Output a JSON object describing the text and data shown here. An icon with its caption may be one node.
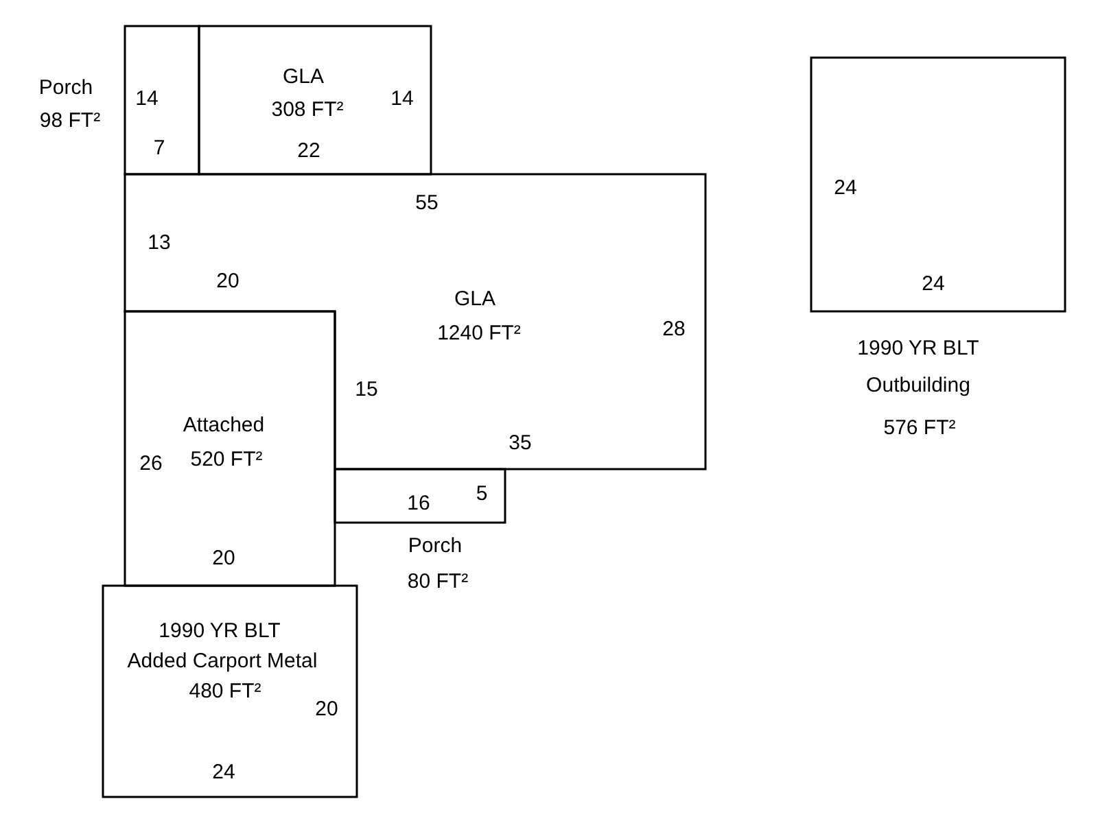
{
  "diagram": {
    "nodes": [
      {
        "text": [
          "Porch",
          "98 FT²",
          "14",
          "7"
        ]
      },
      {
        "text": [
          "GLA",
          "308 FT²",
          "14",
          "22"
        ]
      },
      {
        "text": [
          "55",
          "13",
          "20",
          "GLA",
          "1240 FT²",
          "28",
          "15",
          "35"
        ]
      },
      {
        "text": [
          "Attached",
          "520 FT²",
          "26",
          "20"
        ]
      },
      {
        "text": [
          "16",
          "5",
          "Porch",
          "80 FT²"
        ]
      },
      {
        "text": [
          "1990 YR BLT",
          "Added Carport Metal",
          "480 FT²",
          "20",
          "24"
        ]
      },
      {
        "text": [
          "24",
          "24",
          "1990 YR BLT",
          "Outbuilding",
          "576 FT²"
        ]
      }
    ]
  }
}
